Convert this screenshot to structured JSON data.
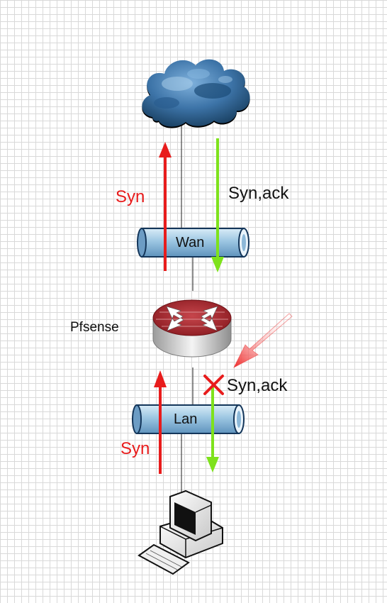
{
  "nodes": {
    "internet": {
      "icon": "cloud-icon"
    },
    "wan": {
      "label": "Wan",
      "icon": "pipe-icon"
    },
    "pfsense": {
      "label": "Pfsense",
      "icon": "router-icon"
    },
    "lan": {
      "label": "Lan",
      "icon": "pipe-icon"
    },
    "client": {
      "icon": "workstation-icon"
    }
  },
  "flows": {
    "wan_syn": {
      "label": "Syn",
      "color": "#e81c1c"
    },
    "wan_synack": {
      "label": "Syn,ack",
      "color": "#7ee21c"
    },
    "lan_syn": {
      "label": "Syn",
      "color": "#e81c1c"
    },
    "lan_synack": {
      "label": "Syn,ack",
      "color": "#7ee21c",
      "blocked": true
    }
  },
  "annotation": {
    "pointer_icon": "red-arrow-icon",
    "blocked_icon": "x-mark-icon",
    "color": "#e81c1c"
  }
}
